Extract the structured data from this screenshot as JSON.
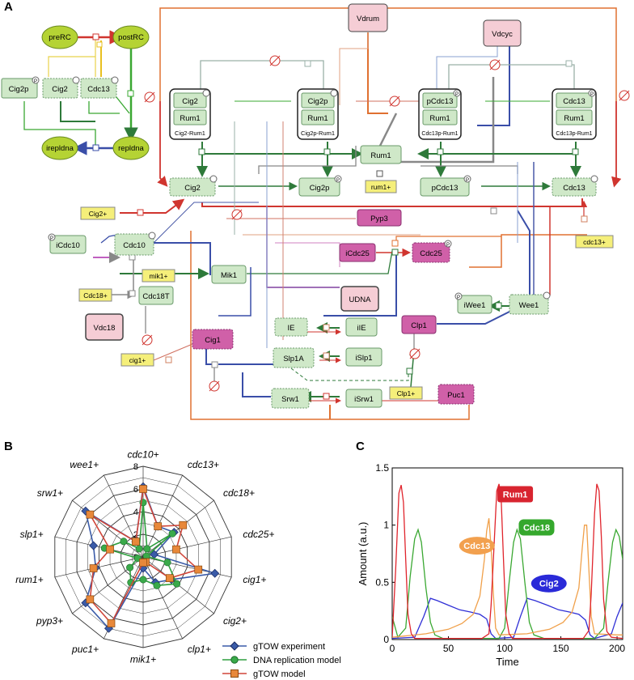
{
  "panels": {
    "a": "A",
    "b": "B",
    "c": "C"
  },
  "network": {
    "nodes": [
      {
        "id": "preRC",
        "label": "preRC"
      },
      {
        "id": "postRC",
        "label": "postRC"
      },
      {
        "id": "irepldna",
        "label": "irepldna"
      },
      {
        "id": "repldna",
        "label": "repldna"
      },
      {
        "id": "Cig2p_l",
        "label": "Cig2p"
      },
      {
        "id": "Cig2_l",
        "label": "Cig2"
      },
      {
        "id": "Cdc13_l",
        "label": "Cdc13"
      },
      {
        "id": "Vdrum",
        "label": "Vdrum"
      },
      {
        "id": "Vdcyc",
        "label": "Vdcyc"
      },
      {
        "id": "cx1a",
        "label": "Cig2"
      },
      {
        "id": "cx1b",
        "label": "Rum1"
      },
      {
        "id": "cx1c",
        "label": "Cig2-Rum1"
      },
      {
        "id": "cx2a",
        "label": "Cig2p"
      },
      {
        "id": "cx2b",
        "label": "Rum1"
      },
      {
        "id": "cx2c",
        "label": "Cig2p-Rum1"
      },
      {
        "id": "cx3a",
        "label": "pCdc13"
      },
      {
        "id": "cx3b",
        "label": "Rum1"
      },
      {
        "id": "cx3c",
        "label": "Cdc13p-Rum1"
      },
      {
        "id": "cx4a",
        "label": "Cdc13"
      },
      {
        "id": "cx4b",
        "label": "Rum1"
      },
      {
        "id": "cx4c",
        "label": "Cdc13p-Rum1"
      },
      {
        "id": "Rum1",
        "label": "Rum1"
      },
      {
        "id": "rum1plus",
        "label": "rum1+"
      },
      {
        "id": "Cig2",
        "label": "Cig2"
      },
      {
        "id": "Cig2p",
        "label": "Cig2p"
      },
      {
        "id": "pCdc13",
        "label": "pCdc13"
      },
      {
        "id": "Cdc13",
        "label": "Cdc13"
      },
      {
        "id": "Cig2plus",
        "label": "Cig2+"
      },
      {
        "id": "Pyp3",
        "label": "Pyp3"
      },
      {
        "id": "iCdc10",
        "label": "iCdc10"
      },
      {
        "id": "Cdc10",
        "label": "Cdc10"
      },
      {
        "id": "cdc13plus",
        "label": "cdc13+"
      },
      {
        "id": "mik1plus",
        "label": "mik1+"
      },
      {
        "id": "Mik1",
        "label": "Mik1"
      },
      {
        "id": "iCdc25",
        "label": "iCdc25"
      },
      {
        "id": "Cdc25",
        "label": "Cdc25"
      },
      {
        "id": "Cdc18plus",
        "label": "Cdc18+"
      },
      {
        "id": "Cdc18T",
        "label": "Cdc18T"
      },
      {
        "id": "UDNA",
        "label": "UDNA"
      },
      {
        "id": "iWee1",
        "label": "iWee1"
      },
      {
        "id": "Wee1",
        "label": "Wee1"
      },
      {
        "id": "Vdc18",
        "label": "Vdc18"
      },
      {
        "id": "Cig1",
        "label": "Cig1"
      },
      {
        "id": "IE",
        "label": "IE"
      },
      {
        "id": "iIE",
        "label": "iIE"
      },
      {
        "id": "Clp1",
        "label": "Clp1"
      },
      {
        "id": "cig1plus",
        "label": "cig1+"
      },
      {
        "id": "Slp1A",
        "label": "Slp1A"
      },
      {
        "id": "iSlp1",
        "label": "iSlp1"
      },
      {
        "id": "Clp1plus",
        "label": "Clp1+"
      },
      {
        "id": "Srw1",
        "label": "Srw1"
      },
      {
        "id": "iSrw1",
        "label": "iSrw1"
      },
      {
        "id": "Puc1",
        "label": "Puc1"
      }
    ],
    "badge_p": "P"
  },
  "chart_data": [
    {
      "type": "radar",
      "axes": [
        "cdc10+",
        "cdc13+",
        "cdc18+",
        "cdc25+",
        "cig1+",
        "cig2+",
        "clp1+",
        "mik1+",
        "puc1+",
        "pyp3+",
        "rum1+",
        "slp1+",
        "srw1+",
        "wee1+"
      ],
      "rlim": [
        0,
        8
      ],
      "rticks": [
        "0",
        "2",
        "4",
        "6",
        "8"
      ],
      "series": [
        {
          "name": "gTOW experiment",
          "color": "#3a5ba8",
          "marker": "diamond",
          "values": [
            6.2,
            3.0,
            3.5,
            1.0,
            6.5,
            3.2,
            2.5,
            1.0,
            7.0,
            6.5,
            4.3,
            4.5,
            6.5,
            1.5
          ]
        },
        {
          "name": "DNA replication model",
          "color": "#2e9e3e",
          "marker": "circle",
          "values": [
            4.8,
            0.8,
            3.3,
            0.3,
            2.2,
            3.8,
            2.8,
            2.0,
            2.5,
            1.5,
            0.5,
            3.5,
            2.2,
            0.8
          ]
        },
        {
          "name": "gTOW model",
          "color": "#d0463a",
          "marker": "square",
          "values": [
            6.0,
            3.0,
            4.5,
            3.0,
            5.0,
            3.0,
            0.5,
            0.5,
            6.5,
            6.0,
            4.5,
            3.0,
            6.0,
            1.5
          ]
        }
      ],
      "legend": "bottom-right"
    },
    {
      "type": "line",
      "xlabel": "Time",
      "ylabel": "Amount (a.u.)",
      "xlim": [
        0,
        205
      ],
      "ylim": [
        0,
        1.5
      ],
      "xticks": [
        "0",
        "50",
        "100",
        "150",
        "200"
      ],
      "yticks": [
        "0",
        "0.5",
        "1",
        "1.5"
      ],
      "series": [
        {
          "name": "Rum1",
          "color": "#e0242c",
          "label_bg": "#d8242f",
          "points": [
            [
              0,
              0.02
            ],
            [
              3,
              0.6
            ],
            [
              6,
              1.28
            ],
            [
              8,
              1.35
            ],
            [
              10,
              1.2
            ],
            [
              12,
              0.7
            ],
            [
              14,
              0.22
            ],
            [
              17,
              0.05
            ],
            [
              20,
              0.01
            ],
            [
              80,
              0.01
            ],
            [
              86,
              0.05
            ],
            [
              88,
              0.3
            ],
            [
              91,
              0.9
            ],
            [
              93,
              1.3
            ],
            [
              95,
              1.36
            ],
            [
              97,
              1.2
            ],
            [
              99,
              0.7
            ],
            [
              101,
              0.22
            ],
            [
              104,
              0.05
            ],
            [
              107,
              0.01
            ],
            [
              170,
              0.01
            ],
            [
              175,
              0.08
            ],
            [
              177,
              0.4
            ],
            [
              180,
              1.1
            ],
            [
              182,
              1.36
            ],
            [
              184,
              1.3
            ],
            [
              186,
              0.9
            ],
            [
              188,
              0.35
            ],
            [
              191,
              0.07
            ],
            [
              195,
              0.02
            ],
            [
              205,
              0.01
            ]
          ]
        },
        {
          "name": "Cdc13",
          "color": "#f0a04a",
          "label_bg": "#f2a04e",
          "points": [
            [
              0,
              0.02
            ],
            [
              10,
              0.03
            ],
            [
              30,
              0.05
            ],
            [
              50,
              0.09
            ],
            [
              62,
              0.14
            ],
            [
              72,
              0.22
            ],
            [
              78,
              0.38
            ],
            [
              82,
              0.7
            ],
            [
              84,
              0.95
            ],
            [
              86,
              1.06
            ],
            [
              88,
              0.8
            ],
            [
              90,
              0.4
            ],
            [
              92,
              0.1
            ],
            [
              95,
              0.04
            ],
            [
              120,
              0.05
            ],
            [
              140,
              0.09
            ],
            [
              152,
              0.15
            ],
            [
              160,
              0.24
            ],
            [
              166,
              0.45
            ],
            [
              169,
              0.8
            ],
            [
              171,
              1.0
            ],
            [
              173,
              1.0
            ],
            [
              175,
              0.6
            ],
            [
              177,
              0.2
            ],
            [
              180,
              0.05
            ],
            [
              200,
              0.04
            ],
            [
              205,
              0.04
            ]
          ]
        },
        {
          "name": "Cdc18",
          "color": "#3aa832",
          "label_bg": "#35a82d",
          "points": [
            [
              0,
              0.2
            ],
            [
              5,
              0.02
            ],
            [
              12,
              0.1
            ],
            [
              16,
              0.55
            ],
            [
              20,
              0.88
            ],
            [
              23,
              0.96
            ],
            [
              26,
              0.85
            ],
            [
              30,
              0.45
            ],
            [
              34,
              0.15
            ],
            [
              38,
              0.04
            ],
            [
              45,
              0.01
            ],
            [
              95,
              0.01
            ],
            [
              100,
              0.1
            ],
            [
              104,
              0.5
            ],
            [
              108,
              0.85
            ],
            [
              111,
              0.96
            ],
            [
              114,
              0.88
            ],
            [
              118,
              0.5
            ],
            [
              122,
              0.15
            ],
            [
              126,
              0.04
            ],
            [
              135,
              0.01
            ],
            [
              180,
              0.01
            ],
            [
              188,
              0.1
            ],
            [
              192,
              0.5
            ],
            [
              196,
              0.85
            ],
            [
              199,
              0.96
            ],
            [
              202,
              0.9
            ],
            [
              205,
              0.7
            ]
          ]
        },
        {
          "name": "Cig2",
          "color": "#2f2fd6",
          "label_bg": "#2a2ad8",
          "points": [
            [
              0,
              0.01
            ],
            [
              20,
              0.02
            ],
            [
              28,
              0.2
            ],
            [
              34,
              0.36
            ],
            [
              40,
              0.34
            ],
            [
              50,
              0.3
            ],
            [
              60,
              0.26
            ],
            [
              70,
              0.24
            ],
            [
              78,
              0.22
            ],
            [
              84,
              0.18
            ],
            [
              88,
              0.05
            ],
            [
              92,
              0.01
            ],
            [
              108,
              0.02
            ],
            [
              114,
              0.2
            ],
            [
              120,
              0.36
            ],
            [
              127,
              0.34
            ],
            [
              138,
              0.3
            ],
            [
              148,
              0.26
            ],
            [
              158,
              0.24
            ],
            [
              166,
              0.22
            ],
            [
              172,
              0.17
            ],
            [
              176,
              0.04
            ],
            [
              180,
              0.01
            ],
            [
              195,
              0.05
            ],
            [
              200,
              0.2
            ],
            [
              205,
              0.32
            ]
          ]
        }
      ]
    }
  ]
}
